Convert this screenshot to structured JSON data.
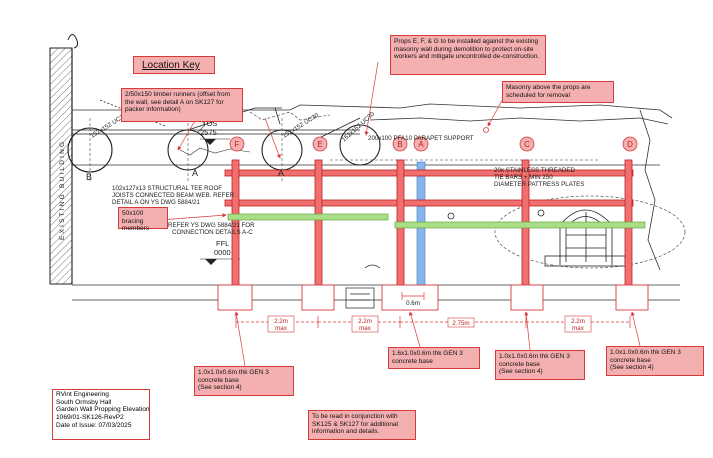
{
  "title_block": {
    "company": "RVint Engineering",
    "site": "South Ormsby Hall",
    "drawing_title": "Garden Wall Propping Elevation",
    "drawing_ref": "1069/01-SK126-RevP2",
    "issue_date": "Date of Issue: 07/03/2025"
  },
  "notes": {
    "location_key": "Location Key",
    "timber_runners": "2/50x150 timber runners (offset from the wall, see detail A on SK127 for packer information)",
    "props_notice": "Props E, F, & G to be installed against the existing masonry wall during demolition to protect on-site workers and mitigate uncontrolled de-construction.",
    "masonry_removal": "Masonry above the props are scheduled for removal",
    "bracing_members": "50x100 bracing members",
    "read_with": "To be read in conjunction with SK125 & SK127 for additional information and details.",
    "base_left": "1.0x1.0x0.6m thk GEN 3 concrete base\n(See section 4)",
    "base_middle": "1.6x1.0x0.6m thk GEN 3 concrete base",
    "base_right1": "1.0x1.0x0.6m thk GEN 3 concrete base\n(See section 4)",
    "base_right2": "1.0x1.0x0.6m thk GEN 3 concrete base\n(See section 4)"
  },
  "prop_labels": [
    "F",
    "E",
    "B",
    "A",
    "C",
    "D"
  ],
  "dimensions": {
    "dim1_value": "2.2m",
    "dim1_unit": "max",
    "dim2_value": "2.2m",
    "dim2_unit": "max",
    "dim3": "0.6m",
    "dim4": "2.75m",
    "dim5_value": "2.2m",
    "dim5_unit": "max"
  },
  "drawing_text": {
    "existing_building": "EXISTING BUILDING",
    "section_b": "B",
    "section_a1": "A",
    "section_a2": "A",
    "tos": "TOS",
    "tos_level": "2575",
    "ffl": "FFL",
    "ffl_level": "0000",
    "uc_left": "152x152 UC30",
    "uc_mid": "152x152 UC30",
    "uc_right": "152x152 UC30",
    "parapet": "200x100 PFA10 PARAPET SUPPORT",
    "tee_note_1": "102x127x13 STRUCTURAL TEE ROOF",
    "tee_note_2": "JOISTS CONNECTED BEAM WEB. REFER",
    "tee_note_3": "DETAIL A ON YS DWG 5884/21",
    "ref_note_1": "REFER YS DWG 5884/21 FOR",
    "ref_note_2": "CONNECTION DETAILS A-C",
    "tie_bar_1": "20x STAINLESS THREADED",
    "tie_bar_2": "TIE BARS + MIN 250",
    "tie_bar_3": "DIAMETER PATTRESS PLATES"
  },
  "colors": {
    "prop_red": "#f07070",
    "prop_outline": "#c02020",
    "bracing_green": "#a8df86",
    "vertical_blue": "#88b4ec",
    "note_fill": "#f4b0b0"
  }
}
